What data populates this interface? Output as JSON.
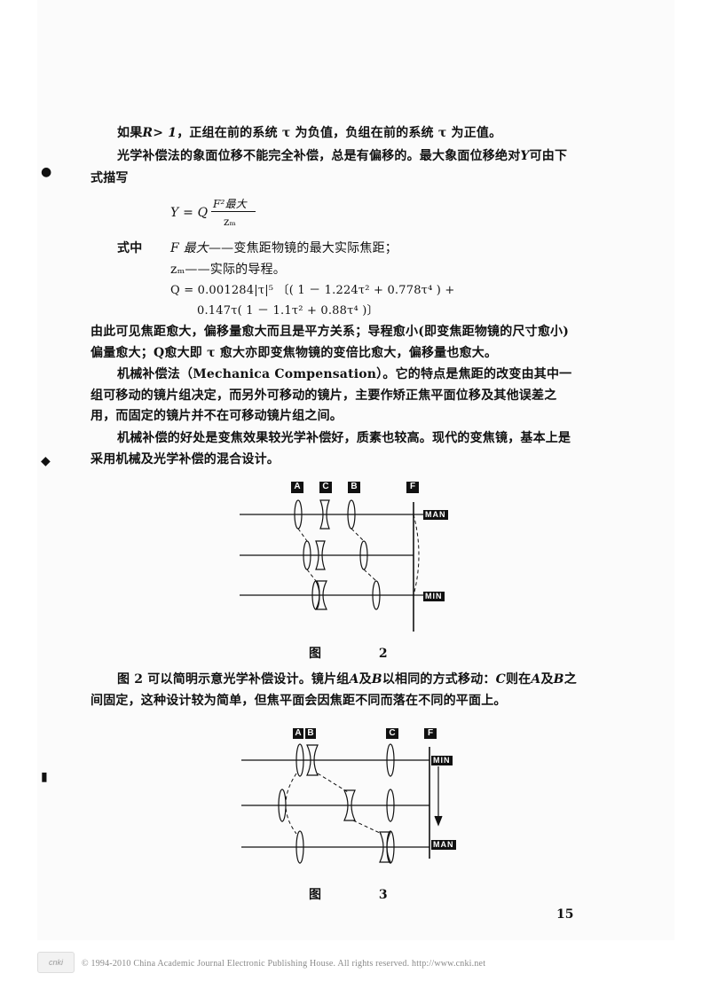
{
  "para1": "，正组在前的系统 τ 为负值，负组在前的系统 τ 为正值。",
  "para1_lead": "如果",
  "para1_math": "R> 1",
  "para2_l1": "光学补偿法的象面位移不能完全补偿，总是有偏移的。最大象面位移绝对",
  "para2_l1_math": "Y",
  "para2_l1_tail": "可由下",
  "para2_l2": "式描写",
  "formula_lhs": "Y = Q",
  "formula_num": "F²最大",
  "formula_den": "zₘ",
  "where_label": "式中",
  "where_item1_sym": "F 最大",
  "where_item1": "——变焦距物镜的最大实际焦距；",
  "where_item2_sym": "zₘ",
  "where_item2": "——实际的导程。",
  "q_line1": "Q = 0.001284|τ|⁵ 〔( 1 － 1.224τ² + 0.778τ⁴ ) +",
  "q_line2": "0.147τ( 1 － 1.1τ² + 0.88τ⁴ )〕",
  "para3_l1": "由此可见焦距愈大，偏移量愈大而且是平方关系；导程愈小(即变焦距物镜的尺寸愈小)",
  "para3_l2": "偏量愈大；Q愈大即 τ 愈大亦即变焦物镜的变倍比愈大，偏移量也愈大。",
  "para4_l1": "机械补偿法（Mechanica  Compensation）。它的特点是焦距的改变由其中一",
  "para4_l2": "组可移动的镜片组决定，而另外可移动的镜片，主要作矫正焦平面位移及其他误差之",
  "para4_l3": "用，而固定的镜片并不在可移动镜片组之间。",
  "para5_l1": "机械补偿的好处是变焦效果较光学补偿好，质素也较高。现代的变焦镜，基本上是",
  "para5_l2": "采用机械及光学补偿的混合设计。",
  "fig2": {
    "labels": [
      "A",
      "C",
      "B",
      "F"
    ],
    "tag_top": "MAN",
    "tag_bottom": "MIN",
    "caption": "图 2"
  },
  "para6_l1": "图 2 可以简明示意光学补偿设计。镜片组",
  "para6_l1_m1": "A",
  "para6_l1_b": "及",
  "para6_l1_m2": "B",
  "para6_l1_c": "以相同的方式移动：",
  "para6_l1_m3": "C",
  "para6_l1_d": "则在",
  "para6_l1_m4": "A",
  "para6_l1_e": "及",
  "para6_l1_m5": "B",
  "para6_l1_f": "之",
  "para6_l2": "间固定，这种设计较为简单，但焦平面会因焦距不同而落在不同的平面上。",
  "fig3": {
    "labels": [
      "A",
      "B",
      "C",
      "F"
    ],
    "tag_top": "MIN",
    "tag_bottom": "MAN",
    "caption": "图 3"
  },
  "page_number": "15",
  "footer": "© 1994-2010 China Academic Journal Electronic Publishing House. All rights reserved.    http://www.cnki.net",
  "footer_logo": "cnki"
}
